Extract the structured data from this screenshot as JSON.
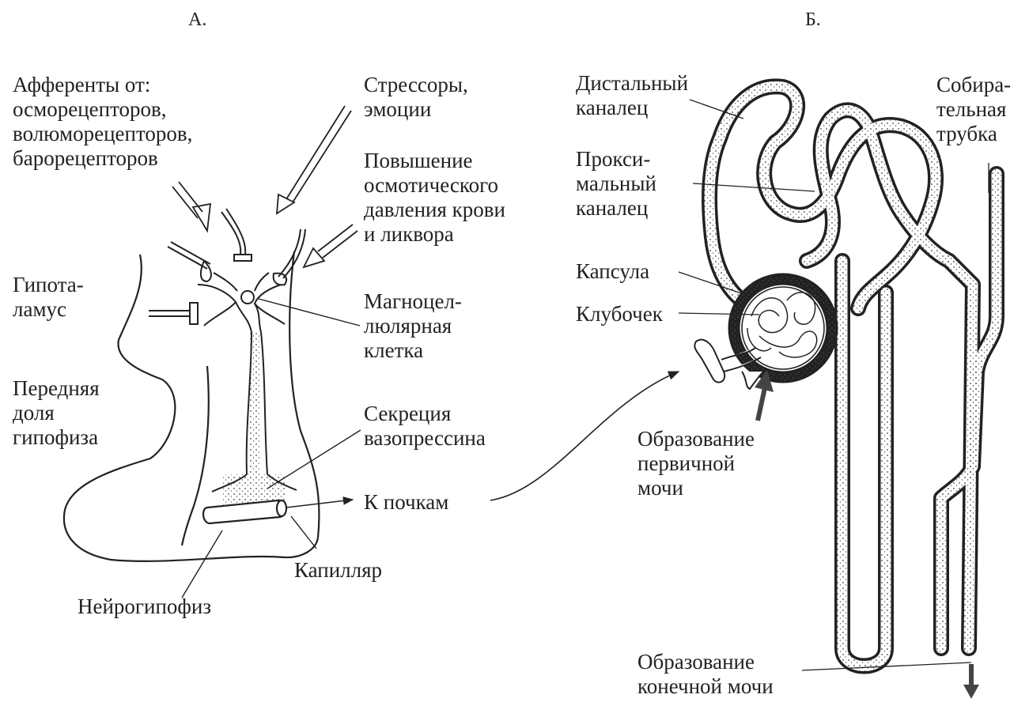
{
  "panels": {
    "a": "А.",
    "b": "Б."
  },
  "left": {
    "afferents": "Афференты от:\nосморецепторов,\nволюморецепторов,\nбарорецепторов",
    "stressors": "Стрессоры,\nэмоции",
    "osmotic": "Повышение\nосмотического\nдавления крови\nи ликвора",
    "hypothalamus": "Гипота-\nламус",
    "magnocellular": "Магноцел-\nлюлярная\nклетка",
    "anterior_lobe": "Передняя\nдоля\nгипофиза",
    "secretion": "Секреция\nвазопрессина",
    "to_kidneys": "К почкам",
    "capillary": "Капилляр",
    "neurohypophysis": "Нейрогипофиз"
  },
  "right": {
    "distal": "Дистальный\nканалец",
    "proximal": "Прокси-\nмальный\nканалец",
    "capsule": "Капсула",
    "glomerulus": "Клубочек",
    "collecting": "Собира-\nтельная\nтрубка",
    "primary_urine": "Образование\nпервичной\nмочи",
    "final_urine": "Образование\nконечной мочи"
  }
}
